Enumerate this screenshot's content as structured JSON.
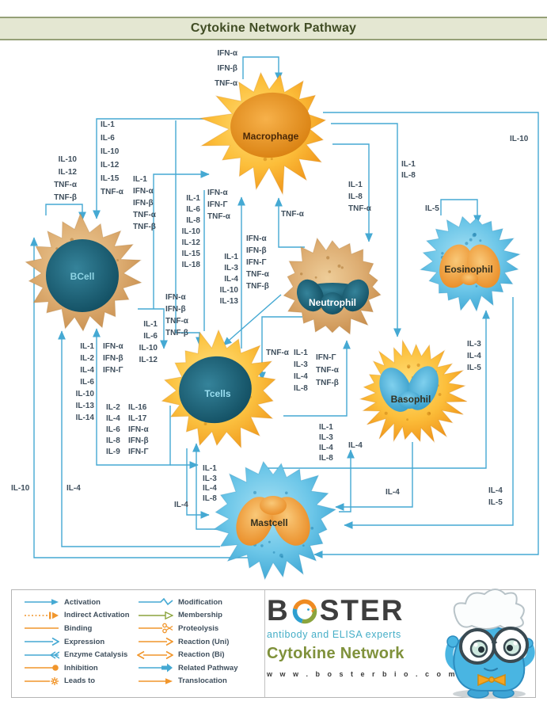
{
  "title": "Cytokine Network Pathway",
  "cells": {
    "macrophage": "Macrophage",
    "bcell": "BCell",
    "tcells": "Tcells",
    "neutrophil": "Neutrophil",
    "eosinophil": "Eosinophil",
    "basophil": "Basophil",
    "mastcell": "Mastcell"
  },
  "labels": {
    "g1": "IFN-α\nIFN-β\nTNF-α",
    "g2": "IL-1\nIL-6\nIL-10\nIL-12\nIL-15\nTNF-α",
    "g3": "IL-10\nIL-12\nTNF-α\nTNF-β",
    "g4": "IL-1\nIFN-α\nIFN-β\nTNF-α\nTNF-β",
    "g5": "IL-1\nIL-6\nIL-8\nIL-10\nIL-12\nIL-15\nIL-18",
    "g6": "IFN-α\nIFN-Γ\nTNF-α",
    "g7": "TNF-α",
    "g8": "IL-1\nIL-8\nTNF-α",
    "g9": "IL-1\nIL-8",
    "g10": "IL-10",
    "g11": "IL-5",
    "g12": "IFN-α\nIFN-β\nIFN-Γ\nTNF-α\nTNF-β",
    "g13": "IL-1\nIL-3\nIL-4\nIL-10\nIL-13",
    "g14": "IL-1\nIL-6\nIL-10\nIL-12",
    "g15": "IFN-α\nIFN-β\nTNF-α\nTNF-β",
    "g16": "IL-1\nIL-2\nIL-4\nIL-6\nIL-10\nIL-13\nIL-14",
    "g17": "IFN-α\nIFN-β\nIFN-Γ",
    "g18": "IL-2\nIL-4\nIL-6\nIL-8\nIL-9",
    "g19": "IL-16\nIL-17\nIFN-α\nIFN-β\nIFN-Γ",
    "g20": "TNF-α",
    "g21": "IL-1\nIL-3\nIL-4\nIL-8",
    "g22": "IFN-Γ\nTNF-α\nTNF-β",
    "g23": "IL-1\nIL-3\nIL-4\nIL-8",
    "g24": "IL-4",
    "g25": "IL-3\nIL-4\nIL-5",
    "g26": "IL-4\nIL-5",
    "g27": "IL-4",
    "g28": "IL-1\nIL-3\nIL-4\nIL-8",
    "g29": "IL-4",
    "g30": "IL-10",
    "g31": "IL-4"
  },
  "legend": {
    "col1": [
      "Activation",
      "Indirect Activation",
      "Binding",
      "Expression",
      "Enzyme Catalysis",
      "Inhibition",
      "Leads to"
    ],
    "col2": [
      "Modification",
      "Membership",
      "Proteolysis",
      "Reaction (Uni)",
      "Reaction (Bi)",
      "Related Pathway",
      "Translocation"
    ]
  },
  "brand": {
    "wordmark_prefix": "B",
    "wordmark_suffix": "STER",
    "tagline": "antibody and ELISA experts",
    "product": "Cytokine Network",
    "website": "w w w . b o s t e r b i o . c o m"
  },
  "colors": {
    "arrow_blue": "#45a9d3",
    "legend_orange": "#f1962c",
    "legend_green": "#8ba43d",
    "title_bg": "#e4e7d2",
    "title_text": "#414d25",
    "label_text": "#3f4f5d"
  }
}
